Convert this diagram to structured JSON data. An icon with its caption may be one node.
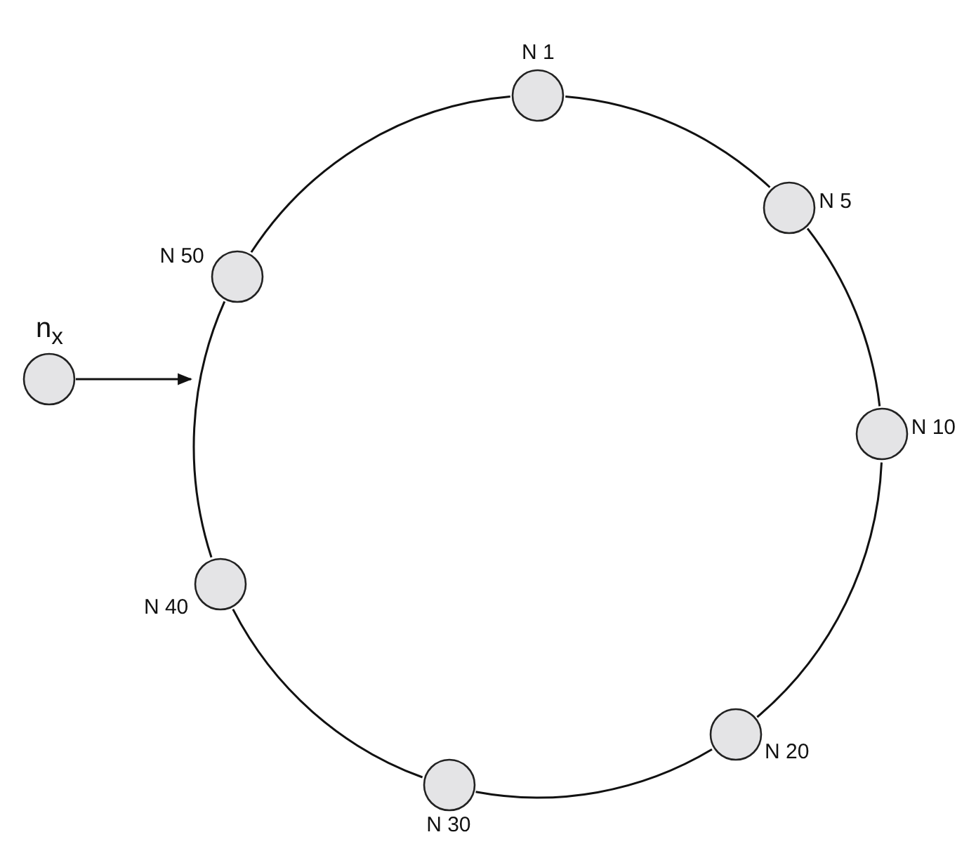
{
  "diagram": {
    "nodes": [
      {
        "text": [
          "N 1"
        ]
      },
      {
        "text": [
          "N 5"
        ]
      },
      {
        "text": [
          "N 10"
        ]
      },
      {
        "text": [
          "N 20"
        ]
      },
      {
        "text": [
          "N 30"
        ]
      },
      {
        "text": [
          "N 40"
        ]
      },
      {
        "text": [
          "N 50"
        ]
      },
      {
        "text": [
          "n$_{x}$"
        ]
      }
    ],
    "edges": [
      {
        "from": 0,
        "to": 1,
        "arrow": "none"
      },
      {
        "from": 1,
        "to": 2,
        "arrow": "none"
      },
      {
        "from": 2,
        "to": 3,
        "arrow": "none"
      },
      {
        "from": 3,
        "to": 4,
        "arrow": "none"
      },
      {
        "from": 4,
        "to": 5,
        "arrow": "none"
      },
      {
        "from": 5,
        "to": 6,
        "arrow": "none"
      },
      {
        "from": 6,
        "to": 0,
        "arrow": "none"
      },
      {
        "from": 7,
        "to": null,
        "arrow": "to"
      }
    ]
  }
}
